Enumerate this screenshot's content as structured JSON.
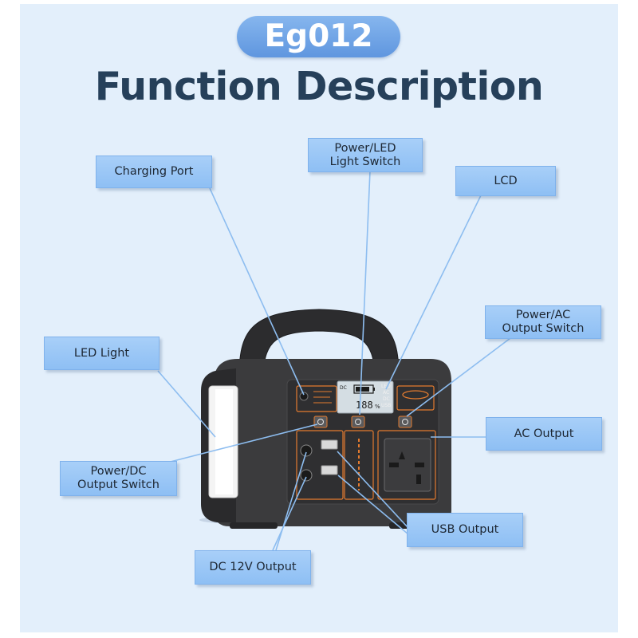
{
  "header": {
    "badge": "Eg012",
    "title": "Function Description"
  },
  "callouts": {
    "charging_port": "Charging Port",
    "power_led_switch": "Power/LED\nLight Switch",
    "lcd": "LCD",
    "power_ac_switch": "Power/AC\nOutput Switch",
    "led_light": "LED Light",
    "ac_output": "AC Output",
    "power_dc_switch": "Power/DC\nOutput Switch",
    "usb_output": "USB Output",
    "dc_output": "DC 12V Output"
  },
  "device": {
    "lcd_value": "188",
    "lcd_unit": "%",
    "lcd_left_label": "DC",
    "lcd_right_labels": [
      "LED",
      "AC",
      "DC",
      "USB"
    ]
  },
  "colors": {
    "panel_bg": "#e3effb",
    "accent_blue": "#6ea5e8",
    "title": "#26405a",
    "device_body": "#3b3b3d",
    "trim_orange": "#e37b2f"
  }
}
